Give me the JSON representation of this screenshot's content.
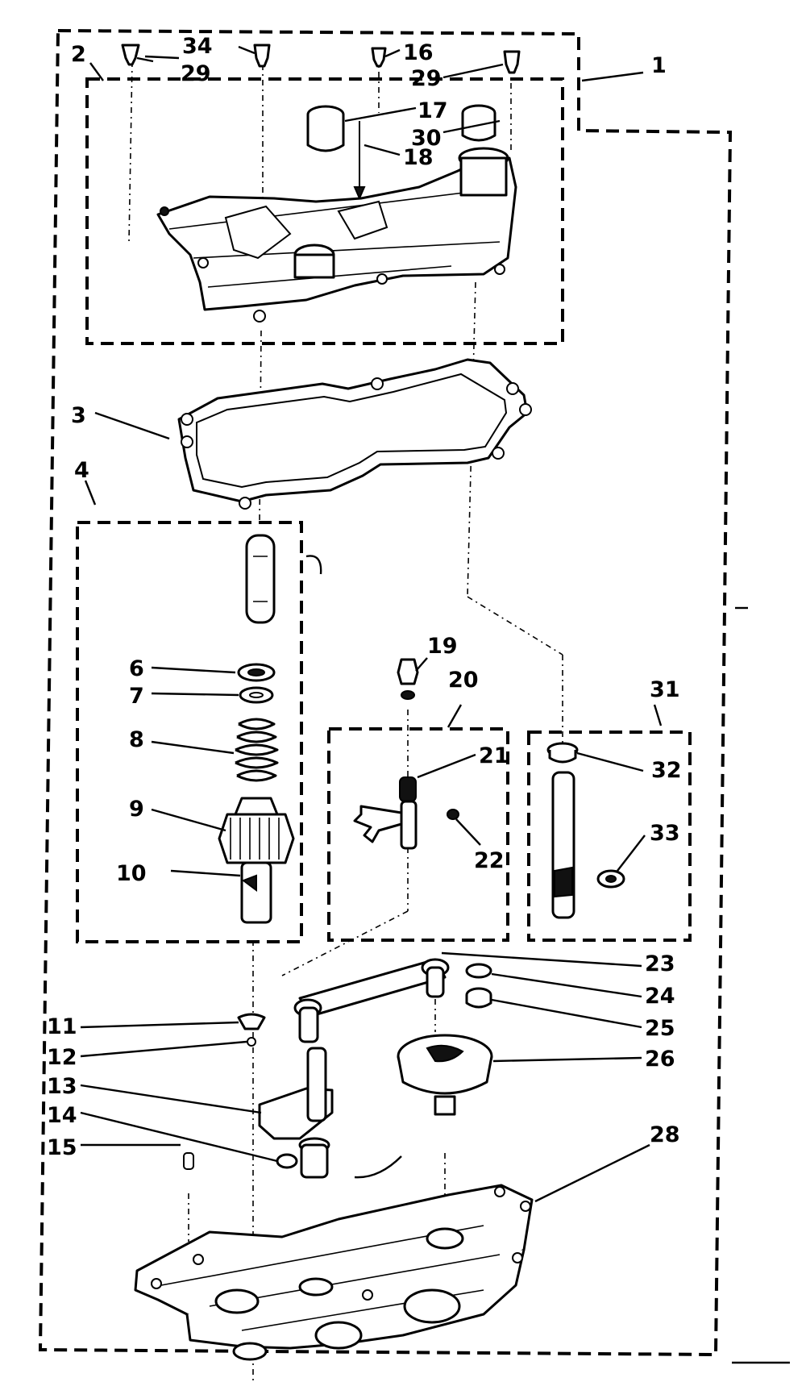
{
  "diagram": {
    "callouts": [
      {
        "id": "c1",
        "label": "1"
      },
      {
        "id": "c2",
        "label": "2"
      },
      {
        "id": "c3",
        "label": "3"
      },
      {
        "id": "c4",
        "label": "4"
      },
      {
        "id": "c6",
        "label": "6"
      },
      {
        "id": "c7",
        "label": "7"
      },
      {
        "id": "c8",
        "label": "8"
      },
      {
        "id": "c9",
        "label": "9"
      },
      {
        "id": "c10",
        "label": "10"
      },
      {
        "id": "c11",
        "label": "11"
      },
      {
        "id": "c12",
        "label": "12"
      },
      {
        "id": "c13",
        "label": "13"
      },
      {
        "id": "c14",
        "label": "14"
      },
      {
        "id": "c15",
        "label": "15"
      },
      {
        "id": "c16",
        "label": "16"
      },
      {
        "id": "c17",
        "label": "17"
      },
      {
        "id": "c18",
        "label": "18"
      },
      {
        "id": "c19",
        "label": "19"
      },
      {
        "id": "c20",
        "label": "20"
      },
      {
        "id": "c21",
        "label": "21"
      },
      {
        "id": "c22",
        "label": "22"
      },
      {
        "id": "c23",
        "label": "23"
      },
      {
        "id": "c24",
        "label": "24"
      },
      {
        "id": "c25",
        "label": "25"
      },
      {
        "id": "c26",
        "label": "26"
      },
      {
        "id": "c28",
        "label": "28"
      },
      {
        "id": "c29a",
        "label": "29"
      },
      {
        "id": "c29b",
        "label": "29"
      },
      {
        "id": "c30",
        "label": "30"
      },
      {
        "id": "c31",
        "label": "31"
      },
      {
        "id": "c32",
        "label": "32"
      },
      {
        "id": "c33",
        "label": "33"
      },
      {
        "id": "c34",
        "label": "34"
      }
    ]
  }
}
